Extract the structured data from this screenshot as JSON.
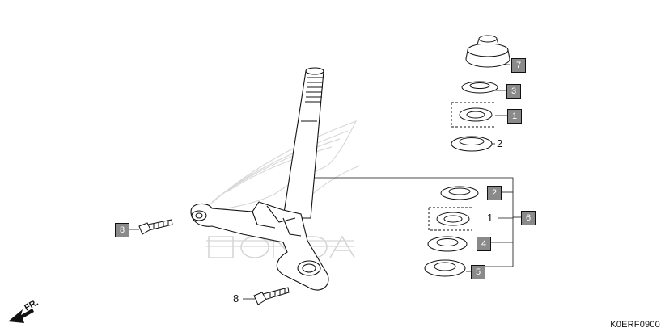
{
  "diagram_code": "K0ERF0900",
  "direction_label": "FR.",
  "callouts": {
    "c7": "7",
    "c3": "3",
    "c1_top": "1",
    "c2_top": "2",
    "c2_mid": "2",
    "c1_mid": "1",
    "c6": "6",
    "c4": "4",
    "c5": "5",
    "c8_left": "8",
    "c8_bottom": "8"
  },
  "colors": {
    "line": "#111111",
    "callout_fill": "#8a8a8a",
    "watermark": "#d6d6d6"
  },
  "icons": [
    "wing-logo-watermark",
    "front-direction-arrow"
  ]
}
